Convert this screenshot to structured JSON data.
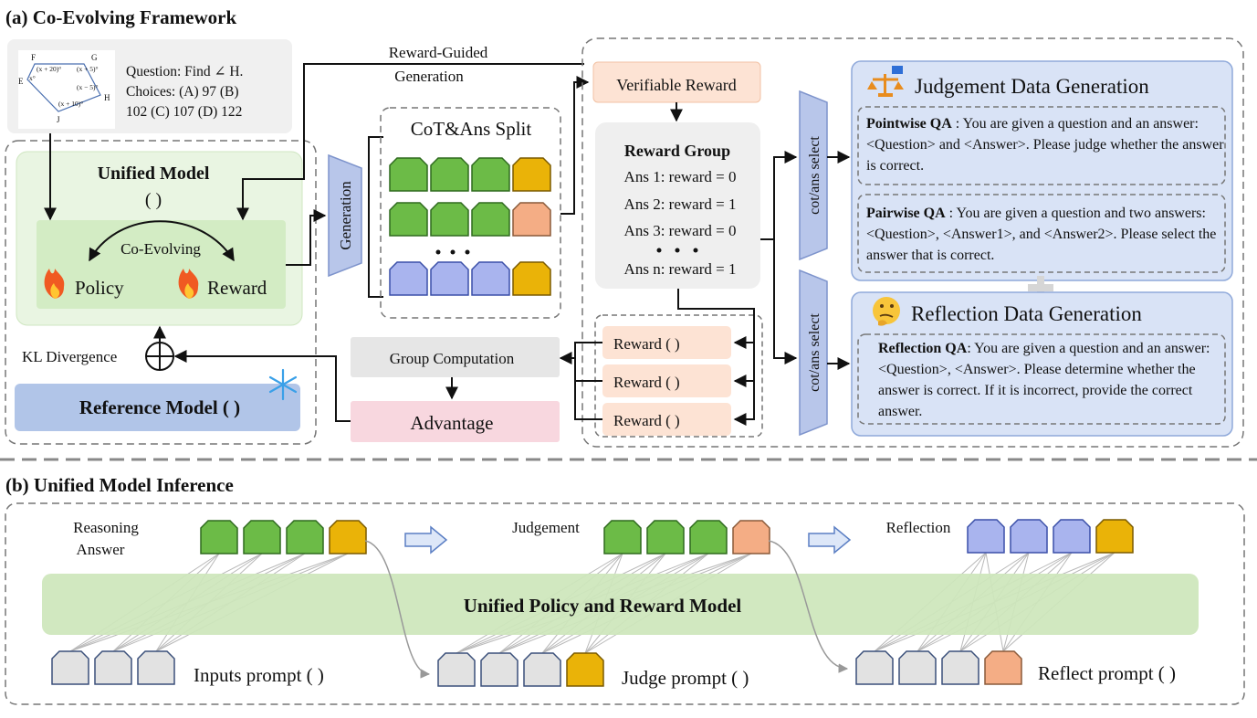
{
  "section_a": {
    "title": "(a) Co-Evolving Framework",
    "question": {
      "line1": "Question: Find ∠ H.",
      "line2": "Choices: (A) 97 (B)",
      "line3": "102 (C) 107 (D) 122",
      "figure_labels": {
        "F": "F",
        "G": "G",
        "E": "E",
        "H": "H",
        "J": "J",
        "e1": "(x + 20)°",
        "e2": "(x + 5)°",
        "e3": "x°",
        "e4": "(x − 5)°",
        "e5": "(x + 10)°"
      }
    },
    "unified_model": {
      "title": "Unified Model",
      "paren": "(      )",
      "co_evolving": "Co-Evolving",
      "policy": "Policy",
      "reward": "Reward"
    },
    "kl_divergence": "KL Divergence",
    "reference_model": "Reference Model (         )",
    "generation": "Generation",
    "cot_split": "CoT&Ans Split",
    "reward_guided": {
      "line1": "Reward-Guided",
      "line2": "Generation"
    },
    "verifiable_reward": "Verifiable Reward",
    "reward_group": {
      "title": "Reward Group",
      "lines": [
        "Ans 1: reward = 0",
        "Ans 2: reward = 1",
        "Ans 3: reward = 0",
        "Ans n: reward = 1"
      ]
    },
    "reward_boxes": [
      "Reward (        )",
      "Reward (        )",
      "Reward (        )"
    ],
    "group_computation": "Group Computation",
    "advantage": "Advantage",
    "cot_select": "cot/ans select",
    "judgement": {
      "title": "Judgement Data Generation",
      "pointwise_label": "Pointwise QA",
      "pointwise_text": " : You are given a question and an answer: <Question> and <Answer>. Please judge whether the answer is correct.",
      "pairwise_label": "Pairwise QA",
      "pairwise_text": " : You are given a question and two answers: <Question>, <Answer1>, and <Answer2>. Please select the answer that is correct."
    },
    "reflection": {
      "title": "Reflection Data Generation",
      "label": "Reflection QA",
      "text": ": You are given a question and an answer: <Question>, <Answer>. Please determine whether the answer is correct. If it is incorrect, provide the correct answer."
    }
  },
  "section_b": {
    "title": "(b) Unified Model Inference",
    "reasoning": {
      "line1": "Reasoning",
      "line2": "Answer"
    },
    "judgement": "Judgement",
    "reflection": "Reflection",
    "unified_policy": "Unified Policy and Reward Model",
    "inputs_prompt": "Inputs prompt (    )",
    "judge_prompt": "Judge prompt (    )",
    "reflect_prompt": "Reflect prompt (    )"
  },
  "colors": {
    "green_token": "#6cbb47",
    "yellow_token": "#eab308",
    "orange_token": "#f4ad85",
    "blue_token": "#a9b4ee",
    "gray_token": "#e2e2e2",
    "panel_blue": "#d9e3f6",
    "panel_green": "#e4f3da",
    "reference_blue": "#b1c5e8"
  }
}
